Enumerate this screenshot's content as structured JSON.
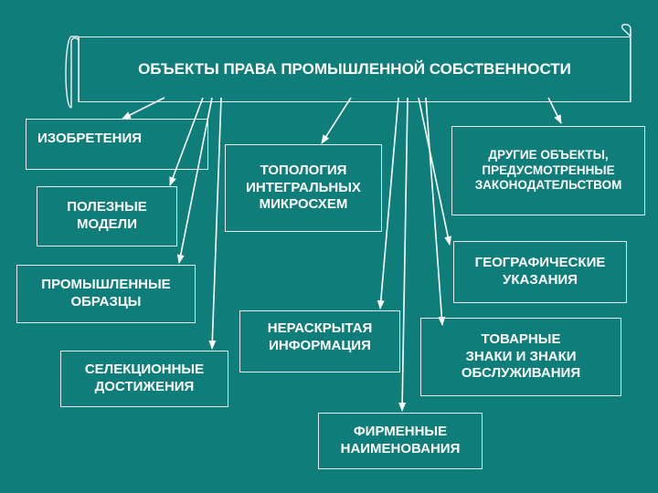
{
  "title": "ОБЪЕКТЫ ПРАВА ПРОМЫШЛЕННОЙ СОБСТВЕННОСТИ",
  "nodes": {
    "inventions": "ИЗОБРЕТЕНИЯ",
    "utility_models": "ПОЛЕЗНЫЕ\nМОДЕЛИ",
    "industrial_designs": "ПРОМЫШЛЕННЫЕ\nОБРАЗЦЫ",
    "selection_achievements": "СЕЛЕКЦИОННЫЕ\nДОСТИЖЕНИЯ",
    "topology": "ТОПОЛОГИЯ\nИНТЕГРАЛЬНЫХ\nМИКРОСХЕМ",
    "undisclosed_info": "НЕРАСКРЫТАЯ\nИНФОРМАЦИЯ",
    "trade_names": "ФИРМЕННЫЕ\nНАИМЕНОВАНИЯ",
    "other_objects": "ДРУГИЕ ОБЪЕКТЫ,\nПРЕДУСМОТРЕННЫЕ\nЗАКОНОДАТЕЛЬСТВОМ",
    "geographical_indications": "ГЕОГРАФИЧЕСКИЕ\nУКАЗАНИЯ",
    "trademarks": "ТОВАРНЫЕ\nЗНАКИ И ЗНАКИ\nОБСЛУЖИВАНИЯ"
  },
  "colors": {
    "background": "#0f7e7b",
    "border": "#e8e8e8",
    "text": "#ffffff"
  }
}
